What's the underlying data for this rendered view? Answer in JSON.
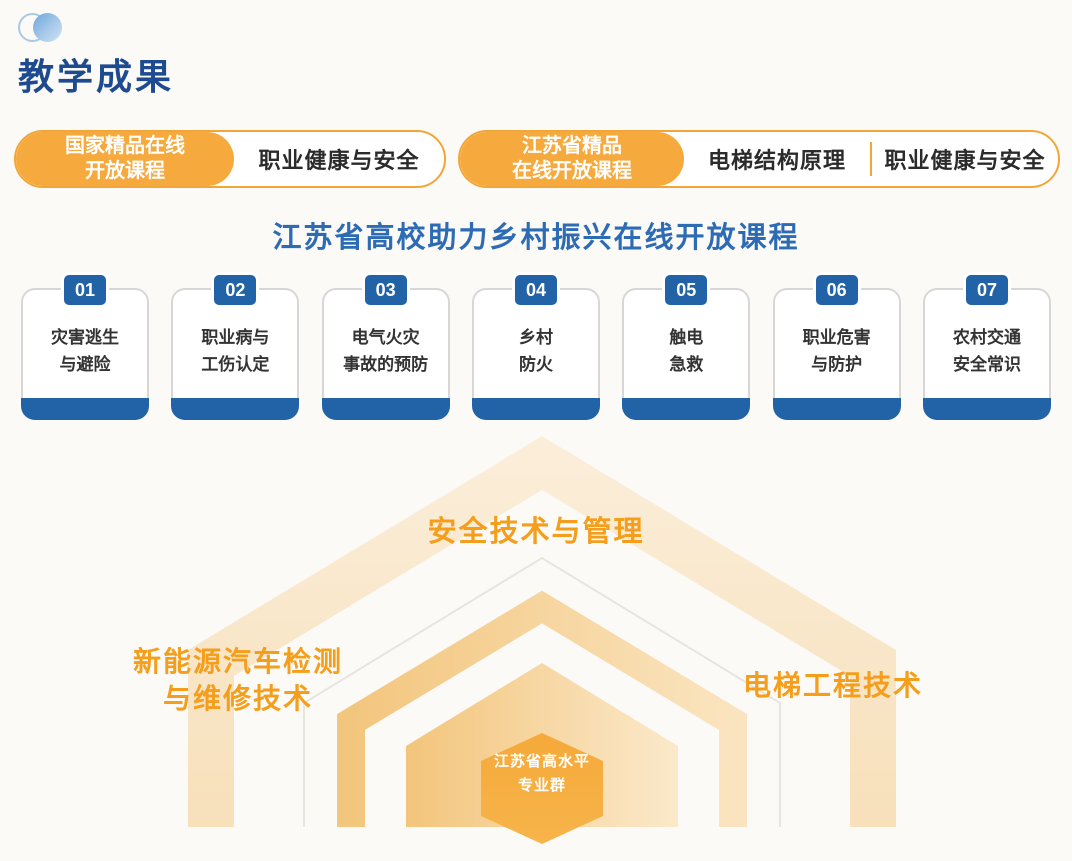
{
  "page": {
    "title": "教学成果"
  },
  "colors": {
    "accent_orange": "#F6A93C",
    "accent_blue": "#2262A7",
    "title_blue": "#1E4A8F",
    "heading_blue": "#2D6CB4",
    "label_orange": "#F59E1C",
    "cream_band": "#F9E6C5"
  },
  "banners": [
    {
      "tag_line1": "国家精品在线",
      "tag_line2": "开放课程",
      "courses": [
        "职业健康与安全"
      ]
    },
    {
      "tag_line1": "江苏省精品",
      "tag_line2": "在线开放课程",
      "courses": [
        "电梯结构原理",
        "职业健康与安全"
      ]
    }
  ],
  "section_heading": "江苏省高校助力乡村振兴在线开放课程",
  "cards": [
    {
      "num": "01",
      "line1": "灾害逃生",
      "line2": "与避险"
    },
    {
      "num": "02",
      "line1": "职业病与",
      "line2": "工伤认定"
    },
    {
      "num": "03",
      "line1": "电气火灾",
      "line2": "事故的预防"
    },
    {
      "num": "04",
      "line1": "乡村",
      "line2": "防火"
    },
    {
      "num": "05",
      "line1": "触电",
      "line2": "急救"
    },
    {
      "num": "06",
      "line1": "职业危害",
      "line2": "与防护"
    },
    {
      "num": "07",
      "line1": "农村交通",
      "line2": "安全常识"
    }
  ],
  "pyramid": {
    "top_label": "安全技术与管理",
    "left_label_line1": "新能源汽车检测",
    "left_label_line2": "与维修技术",
    "right_label": "电梯工程技术",
    "hex_line1": "江苏省高水平",
    "hex_line2": "专业群"
  }
}
